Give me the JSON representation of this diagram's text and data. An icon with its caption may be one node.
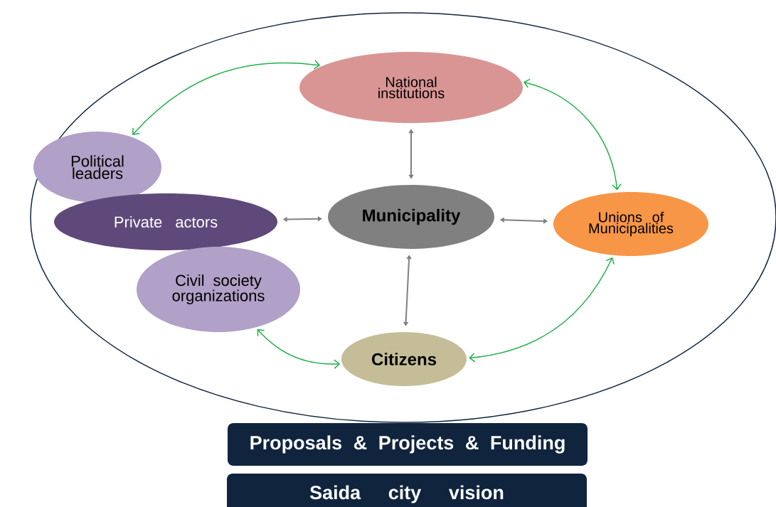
{
  "diagram": {
    "nodes": [
      {
        "text": [],
        "shape": "ellipse"
      },
      {
        "text": [
          "National institutions"
        ],
        "in": 0
      },
      {
        "text": [
          "Political leaders"
        ],
        "in": 0
      },
      {
        "text": [
          "Private actors"
        ],
        "in": 0
      },
      {
        "text": [
          "Civil society organizations"
        ],
        "in": 0
      },
      {
        "text": [
          "Municipality"
        ],
        "in": 0
      },
      {
        "text": [
          "Unions of Municipalities"
        ],
        "in": 0
      },
      {
        "text": [
          "Citizens"
        ],
        "in": 0
      },
      {
        "text": [
          "Proposals & Projects & Funding"
        ]
      },
      {
        "text": [
          "Saida city vision"
        ]
      }
    ],
    "edges": [
      {
        "from": 2,
        "to": 1,
        "arrow": "both",
        "color": "#22b14c"
      },
      {
        "from": 1,
        "to": 6,
        "arrow": "both",
        "color": "#22b14c"
      },
      {
        "from": 6,
        "to": 7,
        "arrow": "both",
        "color": "#22b14c"
      },
      {
        "from": 4,
        "to": 7,
        "arrow": "both",
        "color": "#22b14c"
      },
      {
        "from": 5,
        "to": 1,
        "arrow": "both",
        "color": "#808080"
      },
      {
        "from": 5,
        "to": 3,
        "arrow": "both",
        "color": "#808080"
      },
      {
        "from": 5,
        "to": 6,
        "arrow": "both",
        "color": "#808080"
      },
      {
        "from": 5,
        "to": 7,
        "arrow": "both",
        "color": "#808080"
      }
    ]
  }
}
